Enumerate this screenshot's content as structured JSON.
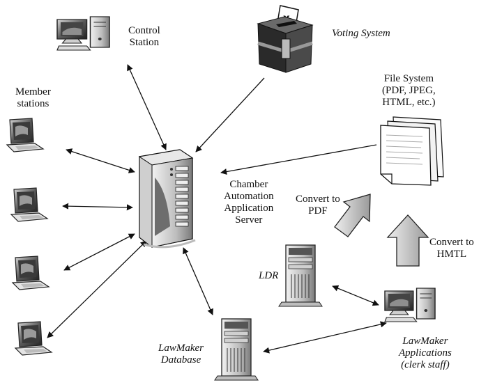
{
  "labels": {
    "control_station": [
      "Control",
      "Station"
    ],
    "voting_system": "Voting System",
    "file_system": [
      "File System",
      "(PDF, JPEG,",
      "HTML, etc.)"
    ],
    "member_stations": [
      "Member",
      "stations"
    ],
    "server": [
      "Chamber",
      "Automation",
      "Application",
      "Server"
    ],
    "convert_pdf": [
      "Convert to",
      "PDF"
    ],
    "convert_html": [
      "Convert to",
      "HMTL"
    ],
    "ldr": "LDR",
    "lawmaker_database": [
      "LawMaker",
      "Database"
    ],
    "lawmaker_applications": [
      "LawMaker",
      "Applications",
      "(clerk staff)"
    ]
  },
  "icons": {
    "control_station": "desktop-computer-icon",
    "voting_system": "ballot-box-icon",
    "file_system": "document-stack-icon",
    "member_station": "laptop-icon",
    "server": "server-tower-icon",
    "ldr": "server-tower-icon",
    "database": "server-tower-icon",
    "clerk": "desktop-computer-icon"
  },
  "colors": {
    "ink": "#111111",
    "arrow_fill": "#cfcfcf"
  }
}
